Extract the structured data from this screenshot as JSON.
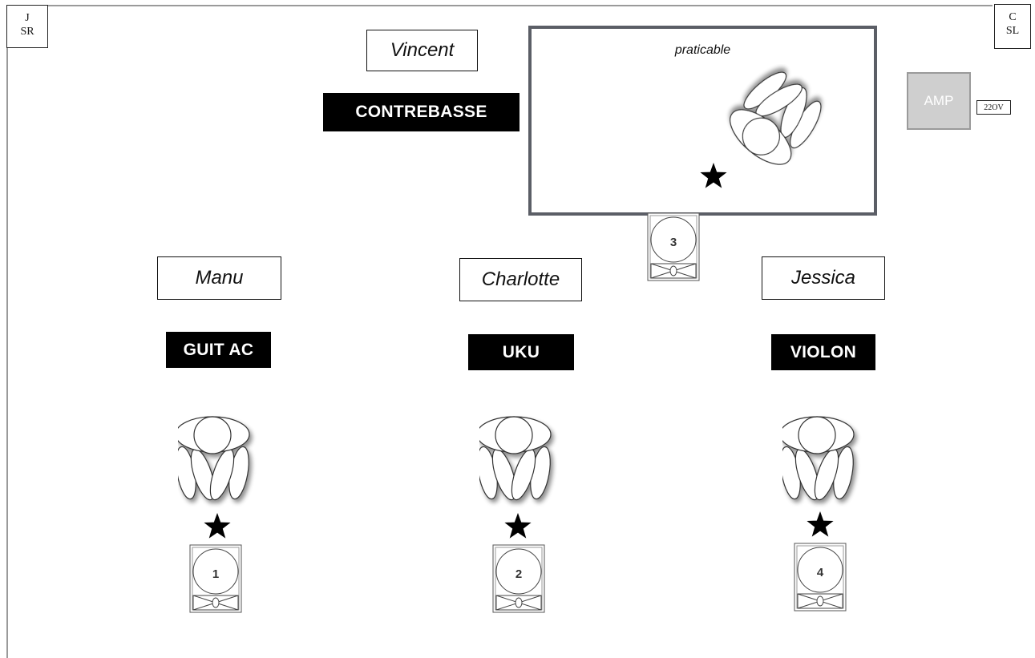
{
  "corners": {
    "left": {
      "line1": "J",
      "line2": "SR"
    },
    "right": {
      "line1": "C",
      "line2": "SL"
    }
  },
  "riser": {
    "label": "praticable"
  },
  "amp": {
    "label": "AMP",
    "power": "22OV"
  },
  "musicians": {
    "vincent": {
      "name": "Vincent",
      "instrument": "CONTREBASSE",
      "monitor": "3"
    },
    "manu": {
      "name": "Manu",
      "instrument": "GUIT AC",
      "monitor": "1"
    },
    "charlotte": {
      "name": "Charlotte",
      "instrument": "UKU",
      "monitor": "2"
    },
    "jessica": {
      "name": "Jessica",
      "instrument": "VIOLON",
      "monitor": "4"
    }
  }
}
